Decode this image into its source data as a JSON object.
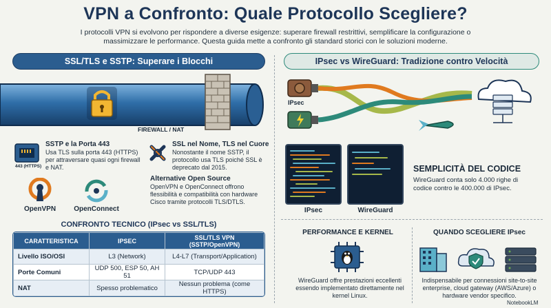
{
  "title": "VPN a Confronto: Quale Protocollo Scegliere?",
  "intro": "I protocolli VPN si evolvono per rispondere a diverse esigenze: superare firewall restrittivi, semplificare la configurazione o massimizzare le performance. Questa guida mette a confronto gli standard storici con le soluzioni moderne.",
  "left": {
    "header": "SSL/TLS e SSTP: Superare i Blocchi",
    "firewall_label": "FIREWALL / NAT",
    "sstp": {
      "title": "SSTP e la Porta 443",
      "text": "Usa TLS sulla porta 443 (HTTPS) per attraversare quasi ogni firewall e NAT.",
      "icon_label": "443 (HTTPS)"
    },
    "ssl": {
      "title": "SSL nel Nome, TLS nel Cuore",
      "text": "Nonostante il nome SSTP, il protocollo usa TLS poiché SSL è deprecato dal 2015."
    },
    "alt": {
      "title": "Alternative Open Source",
      "text": "OpenVPN e OpenConnect offrono flessibilità e compatibilità con hardware Cisco tramite protocolli TLS/DTLS."
    },
    "logos": [
      "OpenVPN",
      "OpenConnect"
    ],
    "table": {
      "title": "CONFRONTO TECNICO (IPsec vs SSL/TLS)",
      "headers": [
        "CARATTERISTICA",
        "IPSEC",
        "SSL/TLS VPN (SSTP/OpenVPN)"
      ],
      "rows": [
        [
          "Livello ISO/OSI",
          "L3 (Network)",
          "L4-L7 (Transport/Application)"
        ],
        [
          "Porte Comuni",
          "UDP 500, ESP 50, AH 51",
          "TCP/UDP 443"
        ],
        [
          "NAT",
          "Spesso problematico",
          "Nessun problema (come HTTPS)"
        ]
      ]
    }
  },
  "right": {
    "header": "IPsec vs WireGuard: Tradizione contro Velocità",
    "flow_label": "IPsec",
    "code": {
      "title": "SEMPLICITÀ DEL CODICE",
      "text": "WireGuard conta solo 4.000 righe di codice contro le 400.000 di IPsec.",
      "labels": [
        "IPsec",
        "WireGuard"
      ]
    },
    "perf": {
      "title": "PERFORMANCE E KERNEL",
      "text": "WireGuard offre prestazioni eccellenti essendo implementato direttamente nel kernel Linux."
    },
    "when": {
      "title": "QUANDO SCEGLIERE IPsec",
      "text": "Indispensabile per connessioni site-to-site enterprise, cloud gateway (AWS/Azure) o hardware vendor specifico."
    }
  },
  "watermark": "NotebookLM",
  "colors": {
    "navy": "#1d3557",
    "blue": "#2b5d8f",
    "teal": "#2d8a7a",
    "orange": "#e07a1f",
    "green": "#6aa84f"
  }
}
